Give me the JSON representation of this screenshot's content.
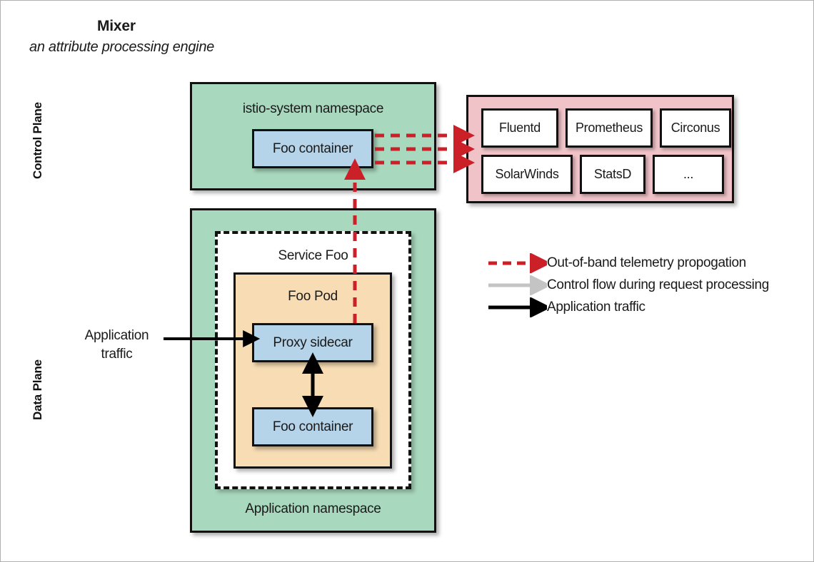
{
  "title": "Mixer",
  "subtitle": "an attribute processing engine",
  "planes": {
    "control": "Control Plane",
    "data": "Data Plane"
  },
  "control_plane": {
    "namespace_label": "istio-system namespace",
    "container_label": "Foo container"
  },
  "backends": {
    "items": [
      "Fluentd",
      "Prometheus",
      "Circonus",
      "SolarWinds",
      "StatsD",
      "..."
    ]
  },
  "data_plane": {
    "namespace_label": "Application namespace",
    "service_label": "Service Foo",
    "pod_label": "Foo Pod",
    "proxy_label": "Proxy sidecar",
    "container_label": "Foo container",
    "traffic_label_line1": "Application",
    "traffic_label_line2": "traffic"
  },
  "legend": {
    "items": [
      {
        "label": "Out-of-band telemetry propogation",
        "style": "dashed",
        "color": "#cc2028"
      },
      {
        "label": "Control flow during request processing",
        "style": "solid",
        "color": "#c4c4c4"
      },
      {
        "label": "Application traffic",
        "style": "solid",
        "color": "#000000"
      }
    ]
  },
  "colors": {
    "namespace_green": "#a8d8bd",
    "container_blue": "#b5d4ea",
    "pod_orange": "#f7dcb4",
    "backends_pink": "#f0c3c8",
    "telemetry_red": "#cc2028",
    "control_gray": "#c4c4c4",
    "traffic_black": "#000000",
    "stroke": "#111111"
  }
}
